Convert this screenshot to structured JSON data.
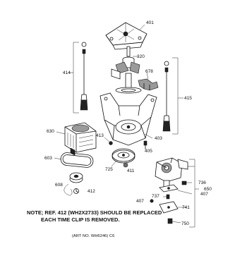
{
  "parts": {
    "p401": "401",
    "p320": "320",
    "p414": "414",
    "p678": "678",
    "p415": "415",
    "p403": "403",
    "p413": "413",
    "p405": "405",
    "p630": "630",
    "p725": "725",
    "p411": "411",
    "p603": "603",
    "p736": "736",
    "p407a": "407",
    "p650": "650",
    "p608": "608",
    "p412": "412",
    "p737": "737",
    "p407b": "407",
    "p741": "741",
    "p750": "750"
  },
  "note": {
    "line1": "NOTE; REF. 412 (WH2X2733) SHOULD BE REPLACED",
    "line2": "EACH TIME CLIP IS REMOVED."
  },
  "art_number": "(ART NO. WH6246)  C6"
}
